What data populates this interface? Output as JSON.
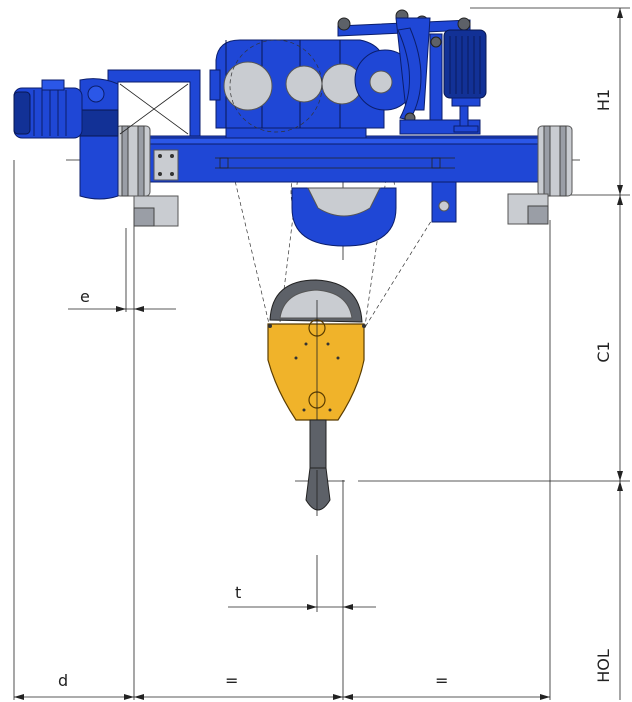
{
  "labels": {
    "H1": "H1",
    "C1": "C1",
    "HOL": "HOL",
    "e": "e",
    "t": "t",
    "d": "d",
    "eq_left": "=",
    "eq_right": "="
  },
  "colors": {
    "hoist_blue": "#1f47d6",
    "hook_block_gold": "#f0b32a",
    "wheel_grey": "#9a9ea6"
  }
}
